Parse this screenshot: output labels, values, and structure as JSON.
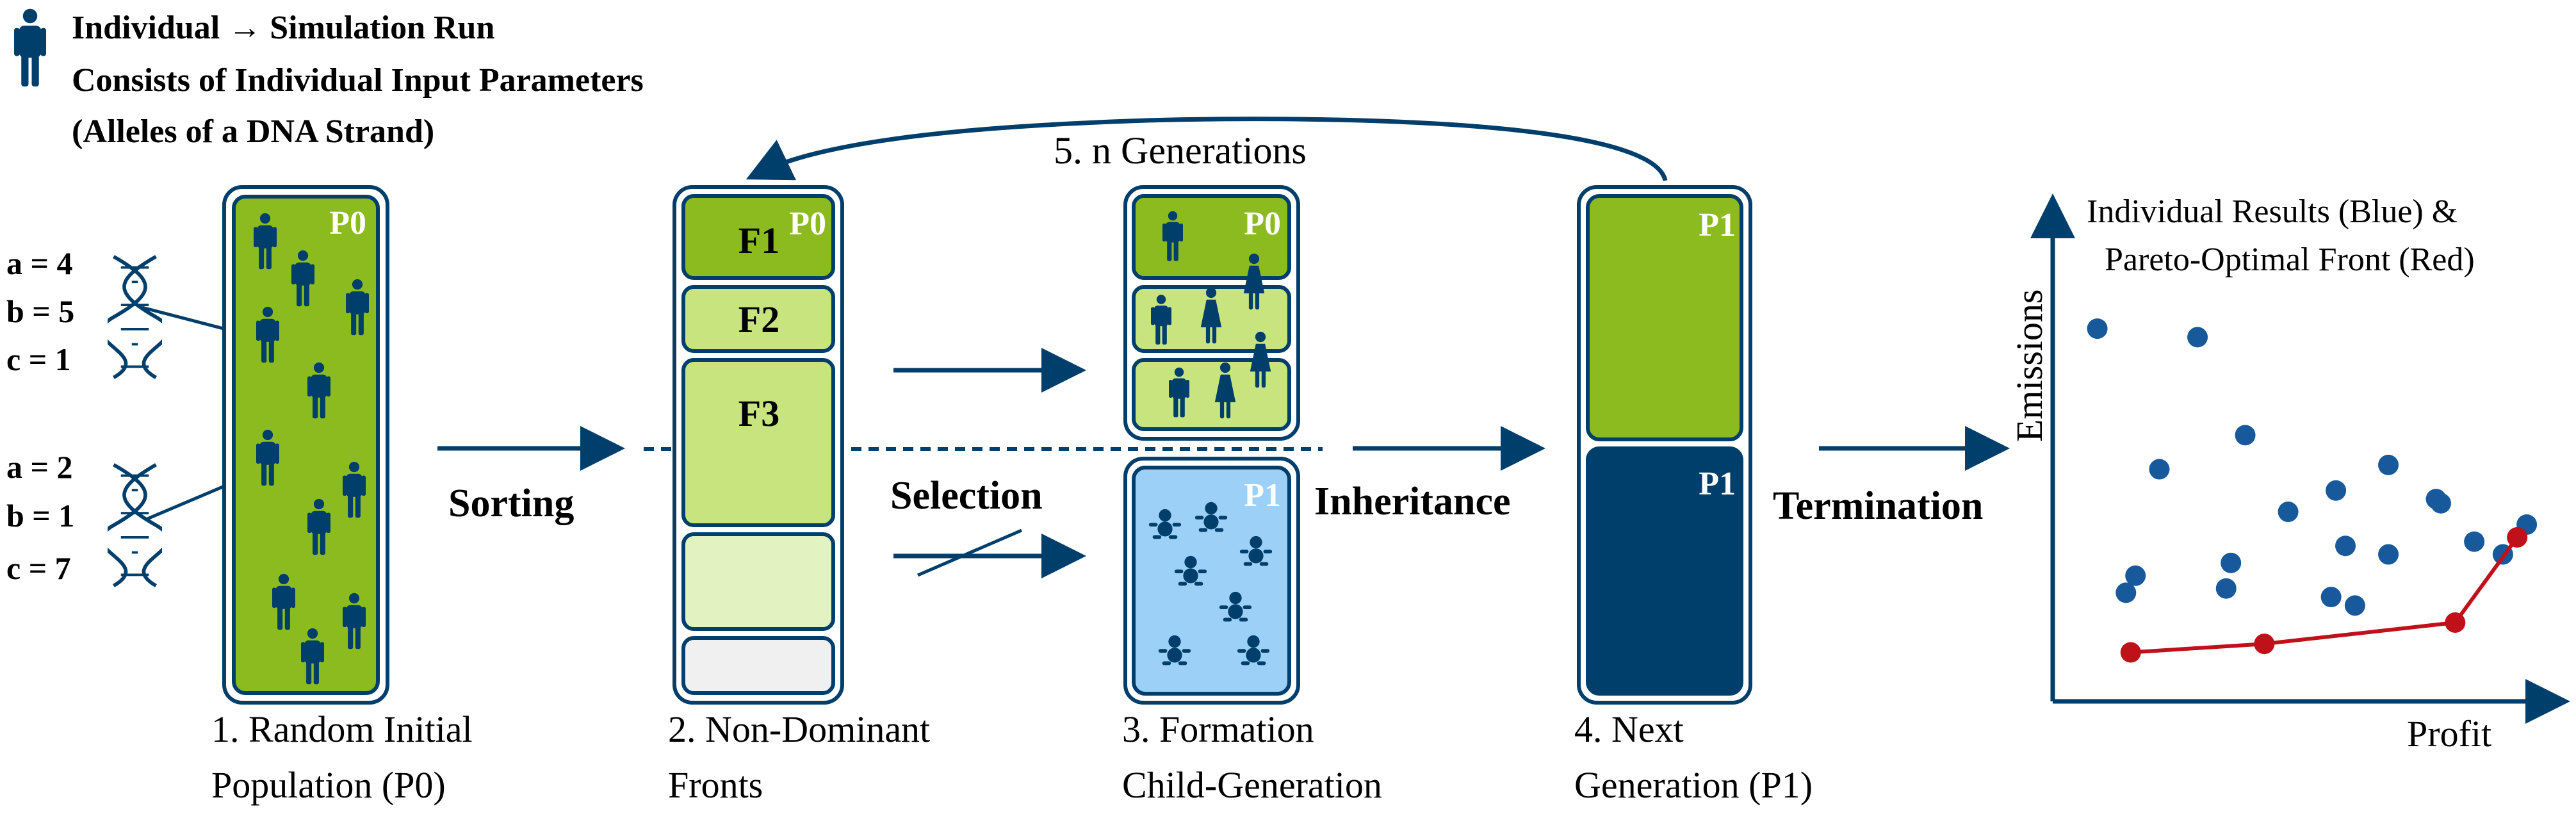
{
  "colors": {
    "navy": "#003e6b",
    "green_dark": "#8bbb1e",
    "green_mid": "#c7e47f",
    "green_light": "#e3f2c1",
    "gray_light": "#f0f0f0",
    "blue_light": "#9dd0f6",
    "dot_blue": "#17599a",
    "dot_red": "#c0101a"
  },
  "legend": {
    "icon": "person-icon",
    "line1": "Individual → Simulation Run",
    "line2": "Consists of Individual Input Parameters",
    "line3": "(Alleles of a DNA Strand)"
  },
  "dna": {
    "icon": "dna-helix-icon",
    "set1": [
      "a = 4",
      "b = 5",
      "c = 1"
    ],
    "set2": [
      "a = 2",
      "b = 1",
      "c = 7"
    ]
  },
  "loop_label": "5. n Generations",
  "stages": [
    {
      "box": "P0",
      "caption1": "1. Random Initial",
      "caption2": "Population (P0)"
    },
    {
      "box": "P0",
      "fronts": [
        "F1",
        "F2",
        "F3"
      ],
      "caption1": "2. Non-Dominant",
      "caption2": "Fronts"
    },
    {
      "box_top": "P0",
      "box_bottom": "P1",
      "caption1": "3. Formation",
      "caption2": "Child-Generation"
    },
    {
      "box_top": "P1",
      "box_bottom": "P1",
      "caption1": "4. Next",
      "caption2": "Generation (P1)"
    }
  ],
  "arrows": {
    "sorting": "Sorting",
    "selection": "Selection",
    "inheritance": "Inheritance",
    "termination": "Termination"
  },
  "chart_data": {
    "type": "scatter",
    "title": "Individual Results (Blue) &",
    "subtitle": "Pareto-Optimal Front (Red)",
    "xlabel": "Profit",
    "ylabel": "Emissions",
    "series": [
      {
        "name": "Individual Results (Blue)",
        "color": "#17599a",
        "points": [
          [
            0.08,
            0.86
          ],
          [
            0.29,
            0.84
          ],
          [
            0.21,
            0.53
          ],
          [
            0.39,
            0.61
          ],
          [
            0.48,
            0.43
          ],
          [
            0.58,
            0.48
          ],
          [
            0.69,
            0.54
          ],
          [
            0.79,
            0.46
          ],
          [
            0.8,
            0.45
          ],
          [
            0.16,
            0.28
          ],
          [
            0.36,
            0.31
          ],
          [
            0.6,
            0.35
          ],
          [
            0.69,
            0.33
          ],
          [
            0.87,
            0.36
          ],
          [
            0.93,
            0.33
          ],
          [
            0.98,
            0.4
          ],
          [
            0.14,
            0.24
          ],
          [
            0.35,
            0.25
          ],
          [
            0.57,
            0.23
          ],
          [
            0.62,
            0.21
          ]
        ]
      },
      {
        "name": "Pareto-Optimal Front (Red)",
        "color": "#c0101a",
        "points": [
          [
            0.15,
            0.1
          ],
          [
            0.43,
            0.12
          ],
          [
            0.83,
            0.17
          ],
          [
            0.96,
            0.37
          ]
        ]
      }
    ],
    "axis_ranges": {
      "x": [
        0,
        1
      ],
      "y": [
        0,
        1
      ]
    },
    "ticks": "none",
    "grid": false
  }
}
